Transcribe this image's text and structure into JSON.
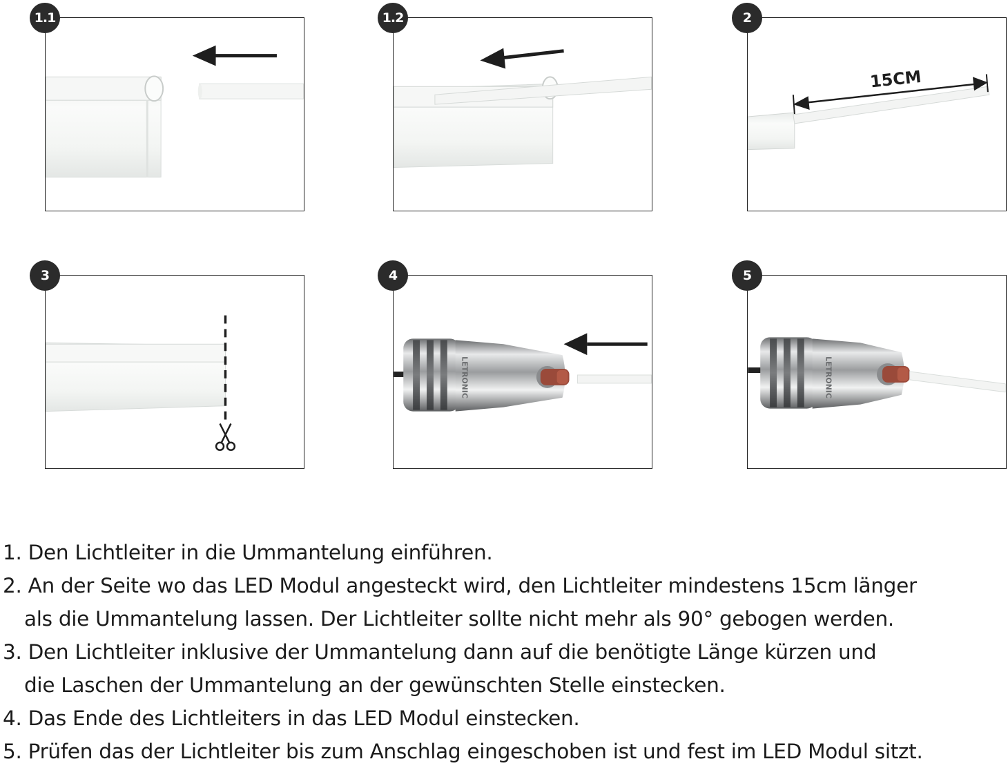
{
  "steps": [
    {
      "badge": "1.1"
    },
    {
      "badge": "1.2"
    },
    {
      "badge": "2",
      "dimension_label": "15CM"
    },
    {
      "badge": "3"
    },
    {
      "badge": "4",
      "module_brand": "LETRONIC"
    },
    {
      "badge": "5",
      "module_brand": "LETRONIC"
    }
  ],
  "instructions": [
    {
      "line1": "1. Den Lichtleiter in die Ummantelung einführen.",
      "line2": ""
    },
    {
      "line1": "2. An der Seite wo das LED Modul angesteckt wird, den Lichtleiter mindestens 15cm länger",
      "line2": "als die Ummantelung lassen. Der Lichtleiter sollte nicht mehr als 90° gebogen werden."
    },
    {
      "line1": "3. Den Lichtleiter inklusive der Ummantelung dann auf die benötigte Länge kürzen und",
      "line2": "die Laschen der Ummantelung an der gewünschten Stelle einstecken."
    },
    {
      "line1": "4. Das Ende des Lichtleiters in das LED Modul einstecken.",
      "line2": ""
    },
    {
      "line1": "5. Prüfen das der Lichtleiter bis zum Anschlag eingeschoben ist und fest im LED Modul sitzt.",
      "line2": ""
    }
  ],
  "icons": {
    "arrow": "arrow-left-icon",
    "scissors": "scissors-icon"
  }
}
